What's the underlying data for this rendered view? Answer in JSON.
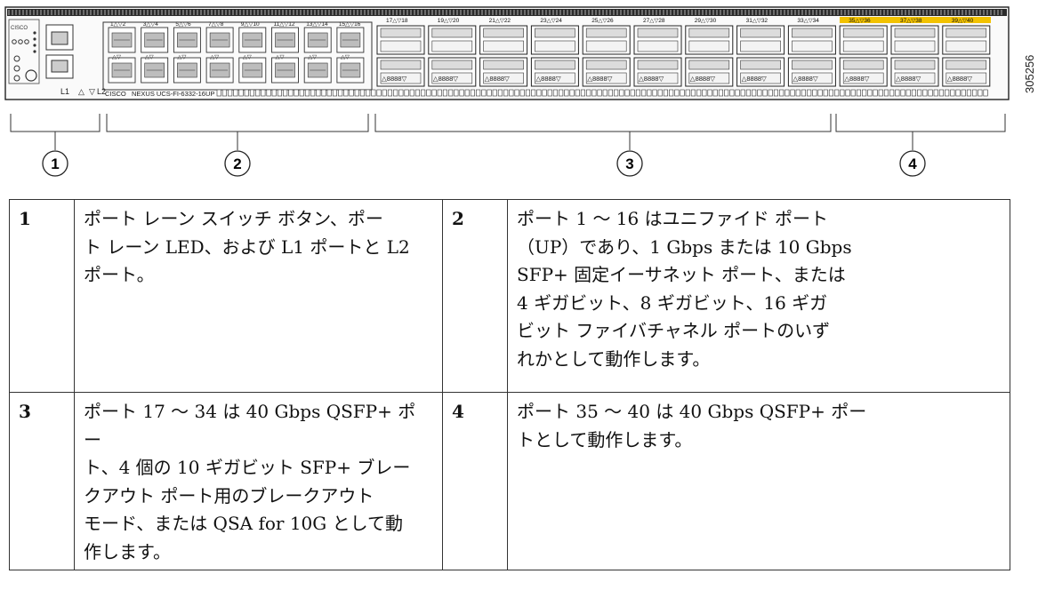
{
  "diagram": {
    "figure_id": "305256",
    "brand": "CISCO",
    "model": "NEXUS  UCS-FI-6332-16UP",
    "lane_labels": {
      "l1": "L1",
      "l2": "L2"
    },
    "sfp_top_labels": [
      "1",
      "2",
      "3",
      "4",
      "5",
      "6",
      "7",
      "8",
      "9",
      "10",
      "11",
      "12",
      "13",
      "14",
      "15",
      "16"
    ],
    "qsfp_labels": [
      "17",
      "18",
      "19",
      "20",
      "21",
      "22",
      "23",
      "24",
      "25",
      "26",
      "27",
      "28",
      "29",
      "30",
      "31",
      "32",
      "33",
      "34"
    ],
    "qsfp_highlight_labels": [
      "35",
      "36",
      "37",
      "38",
      "39",
      "40"
    ],
    "qsfp_face_text": "8888",
    "highlight_color": "#f2c200",
    "callouts": [
      "1",
      "2",
      "3",
      "4"
    ]
  },
  "legend": {
    "rows": [
      {
        "left_num": "1",
        "left_lines": [
          "ポート レーン スイッチ ボタン、ポー",
          "ト レーン LED、および L1 ポートと L2",
          "ポート。"
        ],
        "right_num": "2",
        "right_lines": [
          "ポート 1 〜 16 はユニファイド ポート",
          "（UP）であり、1 Gbps または 10 Gbps",
          "SFP+ 固定イーサネット ポート、または",
          "4 ギガビット、8 ギガビット、16 ギガ",
          "ビット ファイバチャネル ポートのいず",
          "れかとして動作します。"
        ]
      },
      {
        "left_num": "3",
        "left_lines": [
          "ポート 17 〜 34 は 40 Gbps QSFP+ ポー",
          "ト、4 個の 10 ギガビット SFP+ ブレー",
          "クアウト ポート用のブレークアウト",
          "モード、または QSA for 10G として動",
          "作します。"
        ],
        "right_num": "4",
        "right_lines": [
          "ポート 35 〜 40 は 40 Gbps QSFP+ ポー",
          "トとして動作します。"
        ]
      }
    ]
  }
}
